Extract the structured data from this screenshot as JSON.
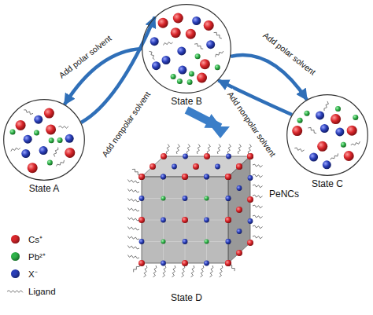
{
  "diagram": {
    "nodes": [
      {
        "text": [
          "State B"
        ]
      },
      {
        "text": [
          "State A"
        ]
      },
      {
        "text": [
          "State C"
        ]
      },
      {
        "text": [
          "PeNCs",
          "State D"
        ]
      }
    ],
    "edges": [
      {
        "from": 0,
        "to": 1,
        "label": "Add polar solvent",
        "arrow": "to"
      },
      {
        "from": 1,
        "to": 0,
        "label": "Add nonpolar solvent",
        "arrow": "to"
      },
      {
        "from": 0,
        "to": 2,
        "label": "Add polar solvent",
        "arrow": "to"
      },
      {
        "from": 2,
        "to": 0,
        "label": "Add nonpolar solvent",
        "arrow": "to"
      },
      {
        "from": 0,
        "to": 3,
        "arrow": "to"
      }
    ],
    "legend": [
      {
        "text": "Cs⁺",
        "color": "#d9262b"
      },
      {
        "text": "Pb²⁺",
        "color": "#2fb34a"
      },
      {
        "text": "X⁻",
        "color": "#2a3fb8"
      },
      {
        "text": "Ligand"
      }
    ]
  }
}
